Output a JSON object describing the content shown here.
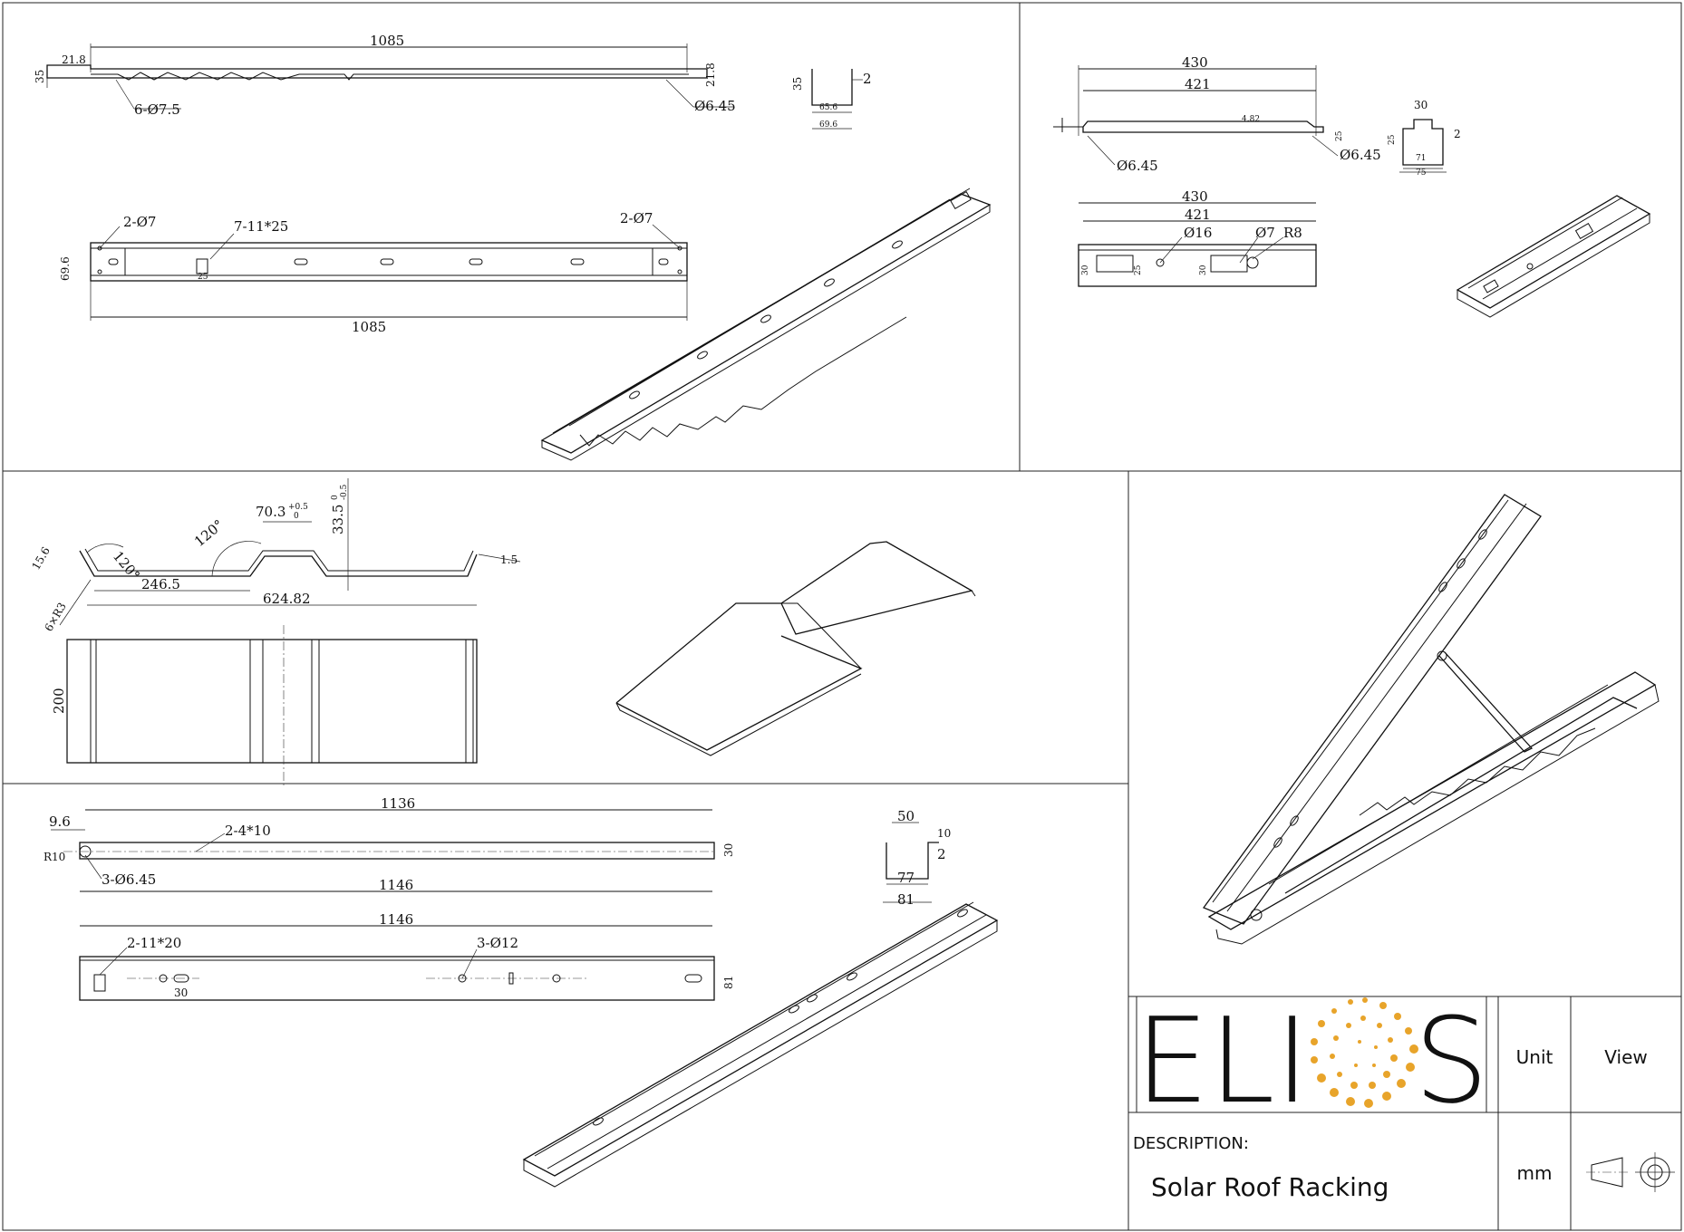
{
  "panel1": {
    "top_length": "1085",
    "left_offset": "21.8",
    "height": "35",
    "right_h": "21.8",
    "holes": "6-Ø7.5",
    "end_hole": "Ø6.45",
    "section_h": "35",
    "section_t": "2",
    "section_w1": "65.6",
    "section_w2": "69.6",
    "plan_h": "69.6",
    "plan_holes_l": "2-Ø7",
    "plan_slots": "7-11*25",
    "plan_holes_r": "2-Ø7",
    "plan_length": "1085",
    "slot_note": "25"
  },
  "panel2": {
    "len_outer": "430",
    "len_inner": "421",
    "small": "4.82",
    "right_h": "25",
    "hole_l": "Ø6.45",
    "hole_r": "Ø6.45",
    "sec_top": "30",
    "sec_h": "25",
    "sec_t": "2",
    "sec_w1": "71",
    "sec_w2": "75",
    "plan_outer": "430",
    "plan_inner": "421",
    "plan_hole_big": "Ø16",
    "plan_hole": "Ø7",
    "plan_radius": "R8",
    "plan_h1": "30",
    "plan_h2": "25",
    "plan_h3": "30"
  },
  "panel3": {
    "lip": "15.6",
    "angle1": "120°",
    "angle2": "120°",
    "top_w": "70.3",
    "top_tol_up": "+0.5",
    "top_tol_dn": "0",
    "top_h": "33.5",
    "top_h_tol_up": "0",
    "top_h_tol_dn": "-0.5",
    "thickness": "1.5",
    "radius": "6×R3",
    "seg": "246.5",
    "total": "624.82",
    "depth": "200"
  },
  "panel4": {
    "left_off": "9.6",
    "top_len": "1136",
    "slots": "2-4*10",
    "radius": "R10",
    "holes": "3-Ø6.45",
    "bottom_len": "1146",
    "height": "30",
    "sec_top": "50",
    "sec_lip": "10",
    "sec_t": "2",
    "sec_w1": "77",
    "sec_w2": "81",
    "plan_len": "1146",
    "plan_slots": "2-11*20",
    "plan_holes": "3-Ø12",
    "plan_slot_w": "30",
    "plan_h": "81"
  },
  "title_block": {
    "logo_text_left": "ELI",
    "logo_text_right": "S",
    "unit_label": "Unit",
    "view_label": "View",
    "description_label": "DESCRIPTION:",
    "description": "Solar Roof Racking",
    "unit_value": "mm"
  },
  "colors": {
    "logo_gray": "#6b6b6b",
    "logo_orange": "#e8a42a",
    "line": "#111111"
  }
}
